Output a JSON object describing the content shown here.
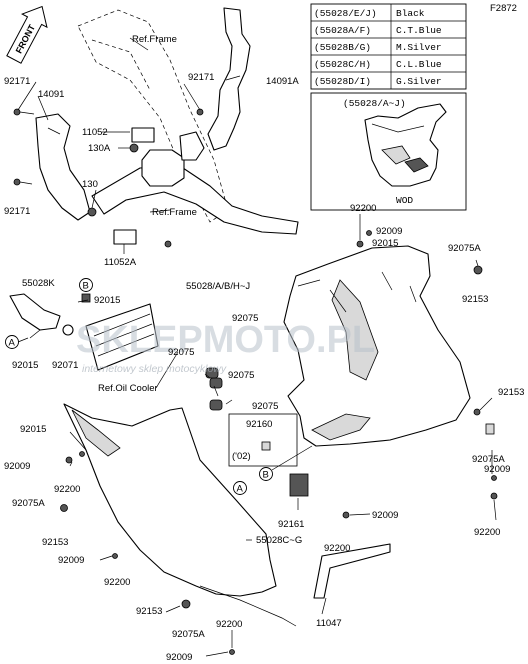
{
  "figure_code": "F2872",
  "front_label": "FRONT",
  "color_table": [
    {
      "code": "(55028/E/J)",
      "color": "Black"
    },
    {
      "code": "(55028A/F)",
      "color": "C.T.Blue"
    },
    {
      "code": "(55028B/G)",
      "color": "M.Silver"
    },
    {
      "code": "(55028C/H)",
      "color": "C.L.Blue"
    },
    {
      "code": "(55028D/I)",
      "color": "G.Silver"
    }
  ],
  "inset": {
    "title": "(55028/A~J)",
    "caption": "WOD"
  },
  "labels": {
    "ref_frame_top": "Ref.Frame",
    "ref_frame_mid": "Ref.Frame",
    "ref_oil_cooler": "Ref.Oil Cooler",
    "p92171_a": "92171",
    "p92171_b": "92171",
    "p92171_c": "92171",
    "p14091": "14091",
    "p14091a": "14091A",
    "p11052": "11052",
    "p130a": "130A",
    "p130": "130",
    "p11052a": "11052A",
    "p92200_a": "92200",
    "p92009_a": "92009",
    "p92015_a": "92015",
    "p92075a_a": "92075A",
    "p55028_abh": "55028/A/B/H~J",
    "p92153_a": "92153",
    "p55028k": "55028K",
    "p92015_b": "92015",
    "p92075_a": "92075",
    "p92075_b": "92075",
    "p92075_c": "92075",
    "p92015_c": "92015",
    "p92071": "92071",
    "p92160": "92160",
    "p02": "('02)",
    "p92153_b": "92153",
    "p92015_d": "92015",
    "p92009_b": "92009",
    "p92200_b": "92200",
    "p92075a_b": "92075A",
    "p92009_c": "92009",
    "p92075a_c": "92075A",
    "p92153_c": "92153",
    "p92161": "92161",
    "p92009_d": "92009",
    "p92200_c": "92200",
    "p92200_d": "92200",
    "p55028cg": "55028C~G",
    "p92009_e": "92009",
    "p92200_e": "92200",
    "p11047": "11047",
    "p92153_d": "92153",
    "p92075a_d": "92075A",
    "p92200_f": "92200",
    "p92009_f": "92009"
  },
  "callouts": {
    "a1": "A",
    "a2": "A",
    "b1": "B",
    "b2": "B"
  },
  "watermark": {
    "main": "SKLEPMOTO.PL",
    "sub": "internetowy sklep motocyklowy"
  }
}
